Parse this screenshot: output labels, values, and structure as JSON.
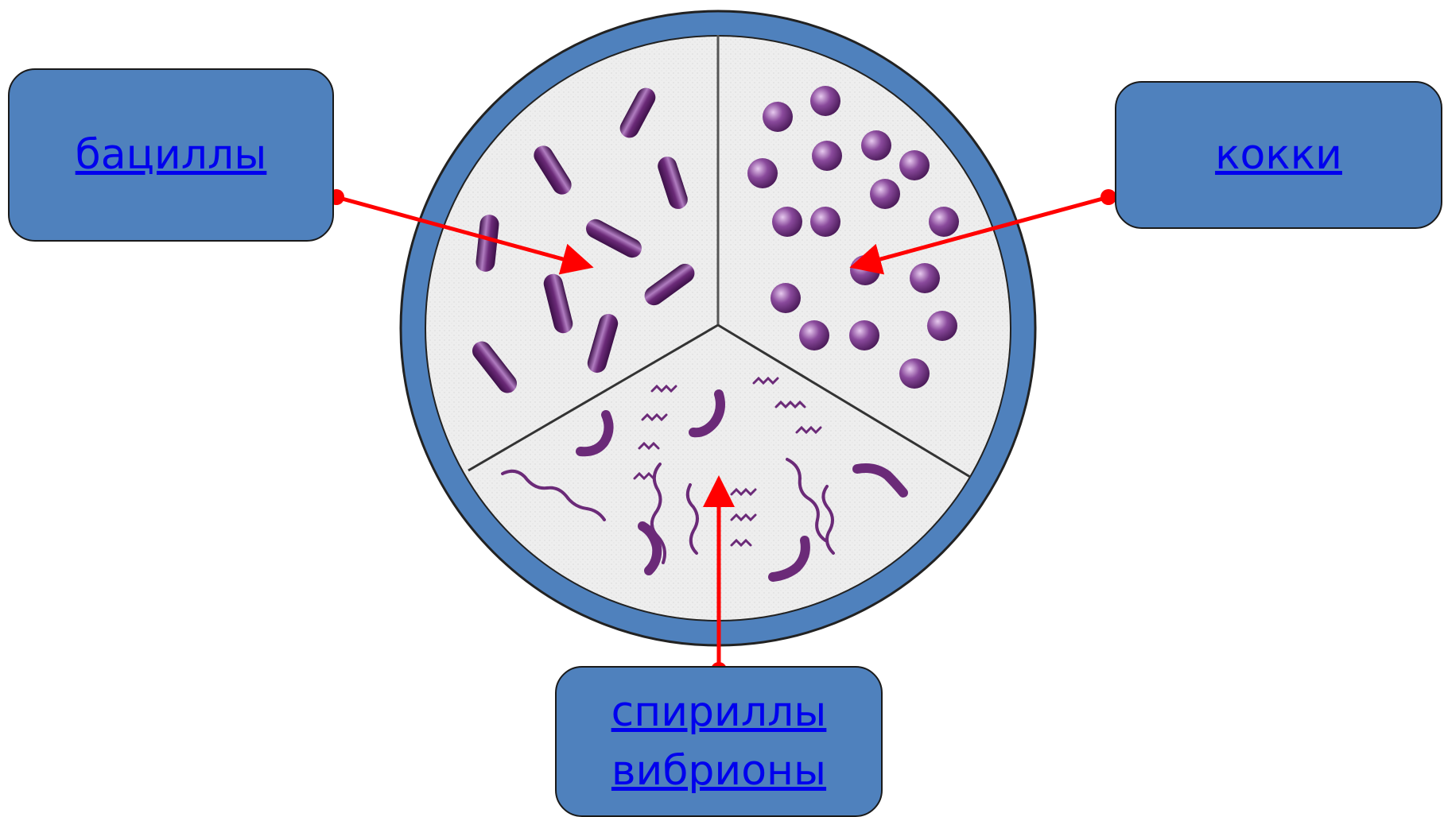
{
  "labels": {
    "bacilli": "бациллы",
    "cocci": "кокки",
    "spirilla_line1": "спириллы",
    "spirilla_line2": "вибрионы"
  },
  "colors": {
    "box_fill": "#4f81bd",
    "dish_rim": "#4f81bd",
    "dish_fill": "#efefef",
    "arrow": "#ff0000",
    "bacteria": "#6b2a78",
    "link": "#0000ee"
  },
  "icons": {
    "dish": "petri-dish-icon",
    "bacillus": "rod-bacterium-icon",
    "coccus": "sphere-bacterium-icon",
    "spirillum": "spiral-bacterium-icon"
  }
}
